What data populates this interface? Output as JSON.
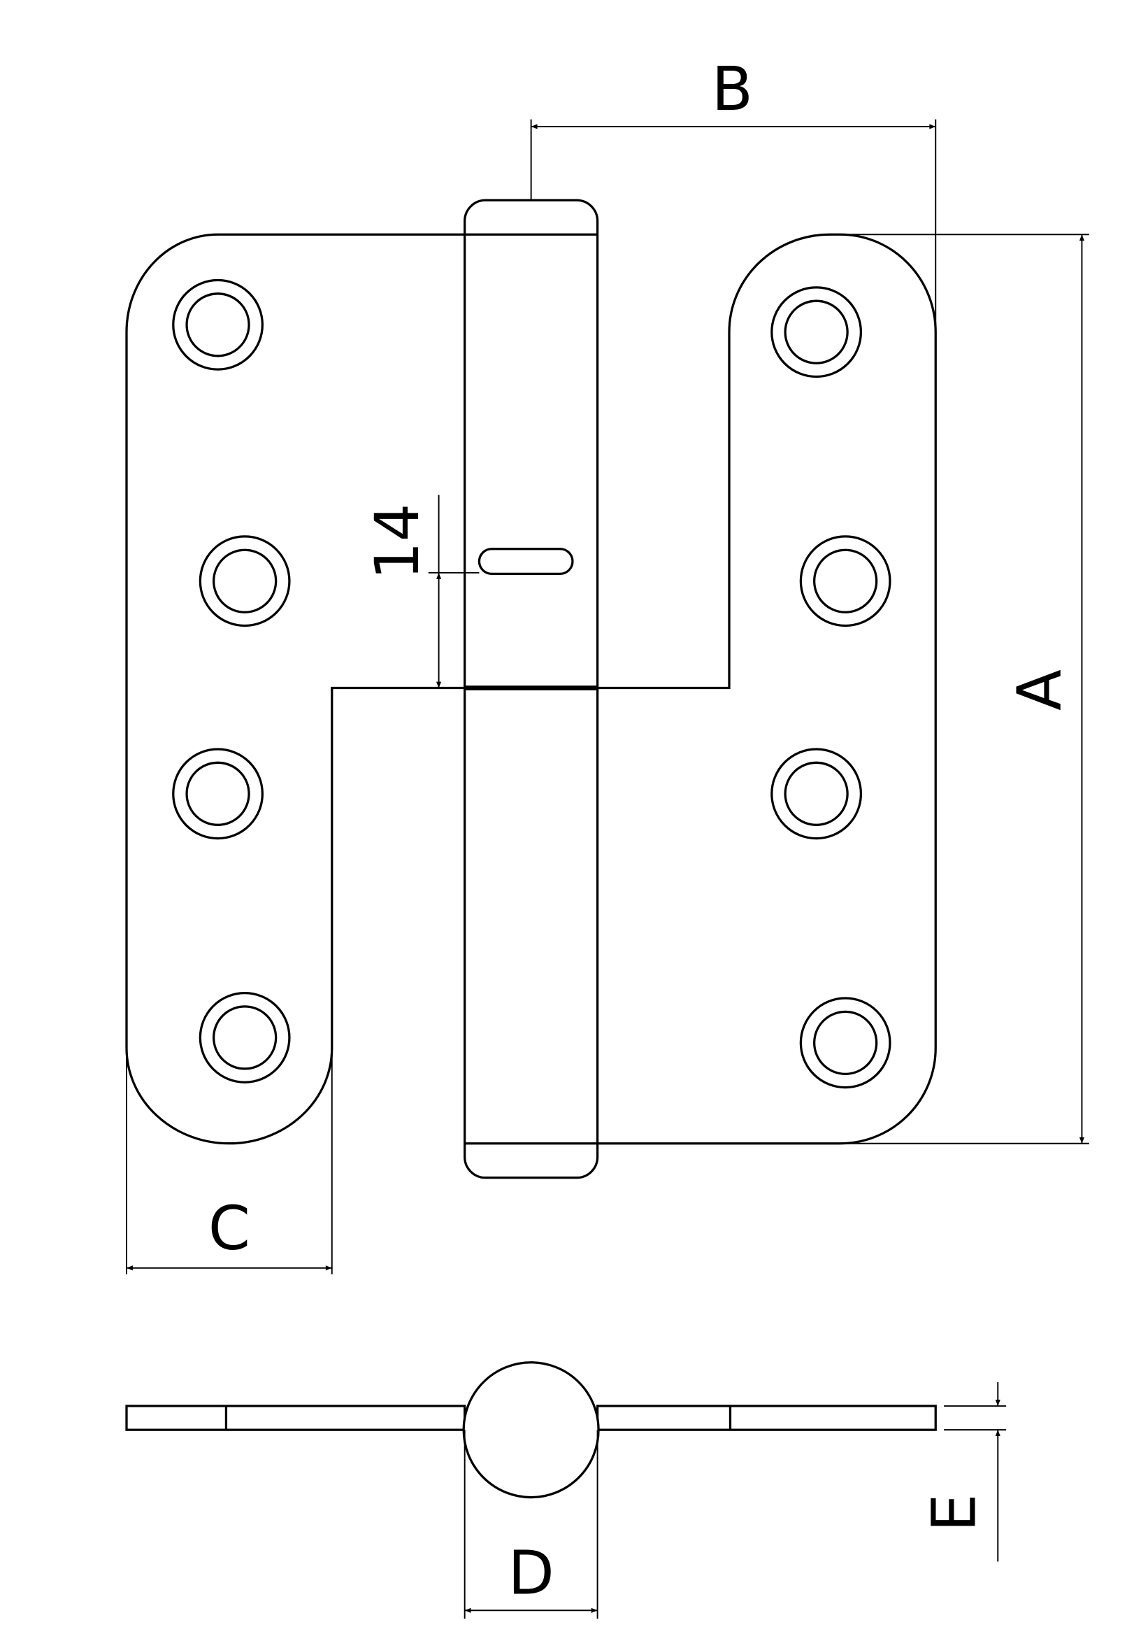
{
  "drawing": {
    "dimension_labels": {
      "a": "A",
      "b": "B",
      "c": "C",
      "d": "D",
      "e": "E",
      "slot_offset": "14"
    },
    "line_color": "#000000",
    "background": "#ffffff"
  }
}
